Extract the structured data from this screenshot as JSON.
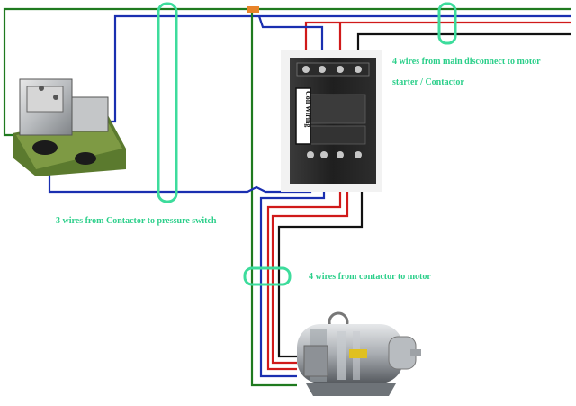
{
  "labels": {
    "contactor_to_switch": "3 wires from Contactor to pressure switch",
    "main_to_starter_line1": "4 wires from main disconnect to motor",
    "main_to_starter_line2": "starter / Contactor",
    "contactor_to_motor": "4 wires from contactor to motor"
  },
  "contactor": {
    "coil_label": "Coil Wiring"
  },
  "colors": {
    "label_text": "#2bcf8a",
    "bundle_marker": "#3ddc9c",
    "wire_green": "#1f7a1f",
    "wire_blue": "#1a2fb0",
    "wire_red": "#d01a1a",
    "wire_black": "#111111",
    "fuse_orange": "#e8832a"
  },
  "components": [
    {
      "name": "pressure-switch",
      "icon": "pressure-switch-photo"
    },
    {
      "name": "contactor",
      "icon": "contactor-photo"
    },
    {
      "name": "motor",
      "icon": "electric-motor-photo"
    }
  ]
}
